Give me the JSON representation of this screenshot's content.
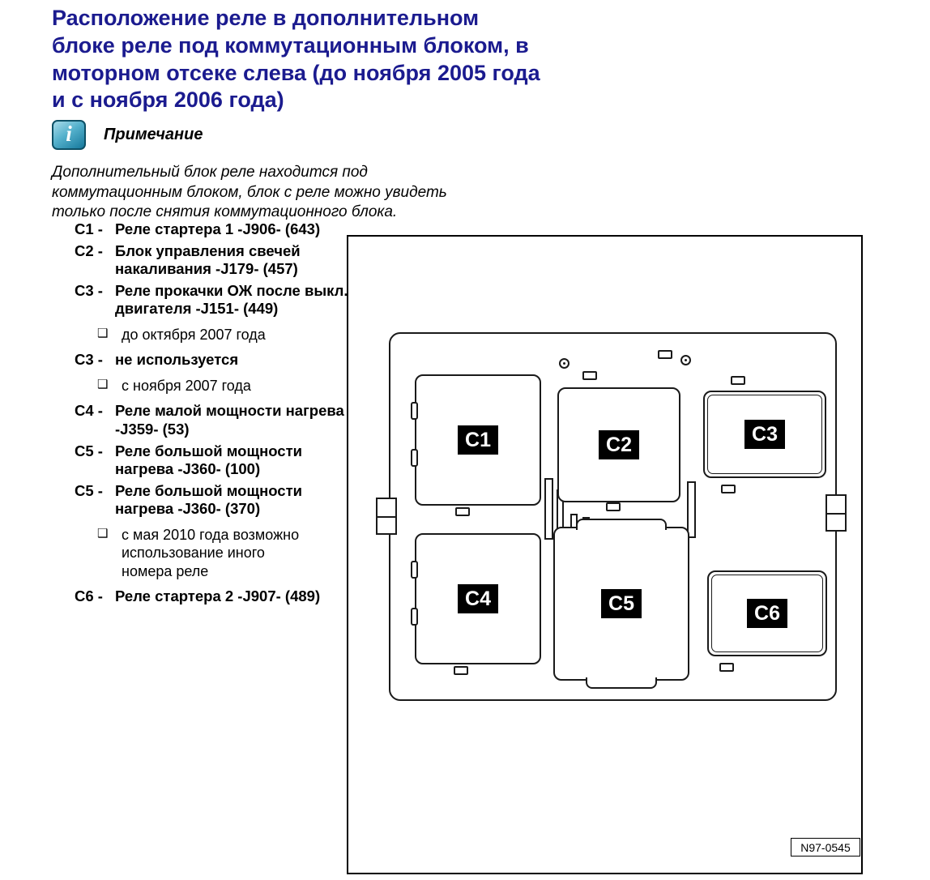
{
  "page": {
    "title": "Расположение реле в дополнительном блоке реле под коммутационным блоком, в моторном отсеке слева (до ноября 2005 года и с ноября 2006 года)"
  },
  "colors": {
    "title_blue": "#1b1b8f",
    "note_icon_teal": "#16789c",
    "relay_tag_bg": "#000000",
    "relay_tag_text": "#ffffff"
  },
  "note": {
    "heading": "Примечание",
    "icon_glyph": "i",
    "body": "Дополнительный блок реле находится под коммутационным блоком, блок с реле можно увидеть только после снятия коммутационного блока."
  },
  "relay_list": {
    "bullet_char": "❑",
    "items": [
      {
        "kind": "relay",
        "code": "C1 -",
        "text": "Реле стартера 1 -J906- (643)"
      },
      {
        "kind": "relay",
        "code": "C2 -",
        "text": "Блок управления свечей накаливания -J179- (457)"
      },
      {
        "kind": "relay",
        "code": "C3 -",
        "text": "Реле прокачки ОЖ после выкл. двигателя -J151- (449)"
      },
      {
        "kind": "bullet",
        "text": "до октября 2007 года"
      },
      {
        "kind": "relay",
        "code": "C3 -",
        "text": "не используется"
      },
      {
        "kind": "bullet",
        "text": "с ноября 2007 года"
      },
      {
        "kind": "relay",
        "code": "C4 -",
        "text": "Реле малой мощности нагрева -J359- (53)"
      },
      {
        "kind": "relay",
        "code": "C5 -",
        "text": "Реле большой мощности нагрева -J360- (100)"
      },
      {
        "kind": "relay",
        "code": "C5 -",
        "text": "Реле большой мощности нагрева -J360- (370)"
      },
      {
        "kind": "bullet",
        "text": "с мая 2010 года возможно использование иного номера реле"
      },
      {
        "kind": "relay",
        "code": "C6 -",
        "text": "Реле стартера 2 -J907- (489)"
      }
    ]
  },
  "diagram": {
    "figure_id": "N97-0545",
    "relays": [
      {
        "id": "C1"
      },
      {
        "id": "C2"
      },
      {
        "id": "C3"
      },
      {
        "id": "C4"
      },
      {
        "id": "C5"
      },
      {
        "id": "C6"
      }
    ]
  }
}
